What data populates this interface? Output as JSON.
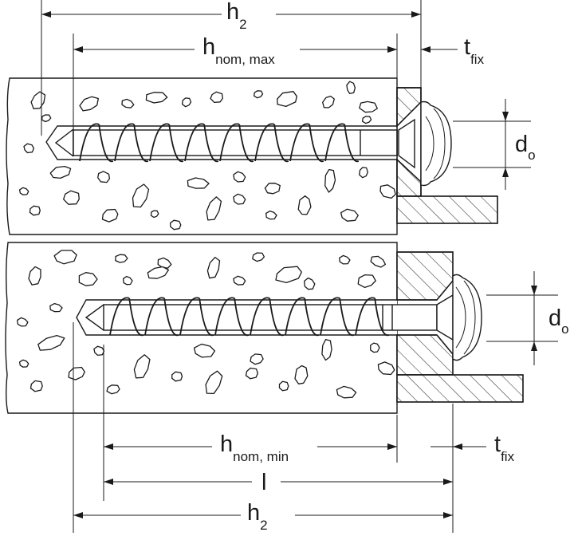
{
  "labels": {
    "top_h2": {
      "main": "h",
      "sub": "2"
    },
    "top_hnom": {
      "main": "h",
      "sub": "nom, max"
    },
    "top_tfix": {
      "main": "t",
      "sub": "fix"
    },
    "top_d0": {
      "main": "d",
      "sub": "o"
    },
    "bottom_d0": {
      "main": "d",
      "sub": "o"
    },
    "bottom_hnom": {
      "main": "h",
      "sub": "nom, min"
    },
    "bottom_tfix": {
      "main": "t",
      "sub": "fix"
    },
    "bottom_l": {
      "main": "l"
    },
    "bottom_h2": {
      "main": "h",
      "sub": "2"
    }
  },
  "colors": {
    "ink": "#1a1a1a",
    "paper": "#ffffff"
  }
}
